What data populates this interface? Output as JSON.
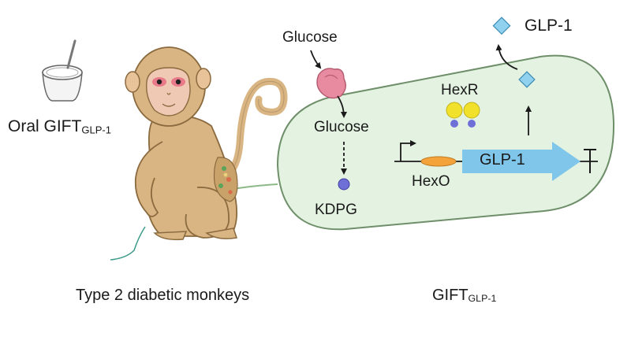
{
  "labels": {
    "oral_gift_main": "Oral GIFT",
    "oral_gift_sub": "GLP-1",
    "type2_monkeys": "Type 2 diabetic monkeys",
    "gift_main": "GIFT",
    "gift_sub": "GLP-1",
    "glucose_outside": "Glucose",
    "glucose_inside": "Glucose",
    "kdpg": "KDPG",
    "hexr": "HexR",
    "hexo": "HexO",
    "glp1_gene": "GLP-1",
    "glp1_secreted": "GLP-1"
  },
  "colors": {
    "monkey_fur": "#d9b583",
    "monkey_face": "#f0c9b5",
    "cell_fill": "#e3f2e1",
    "cell_stroke": "#6f8f6a",
    "gene_arrow": "#7fc6ea",
    "glp1_diamond": "#8fd1ee",
    "hexr": "#f2e12b",
    "metabolite": "#6f6fd8",
    "transporter": "#e88aa0",
    "hexo": "#f3a33a"
  },
  "icons": [
    "yogurt-cup-icon",
    "monkey-illustration",
    "bacterium-cell",
    "glucose-transporter-icon",
    "promoter-arrow-icon",
    "terminator-icon",
    "glp1-diamond-icon"
  ]
}
